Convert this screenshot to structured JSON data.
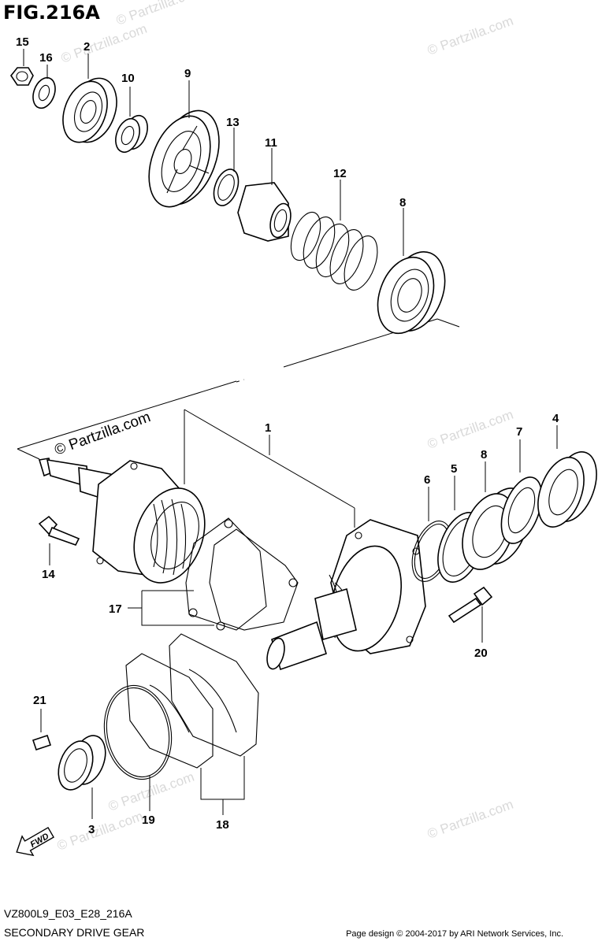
{
  "figure": {
    "title": "FIG.216A"
  },
  "callouts": [
    {
      "label": "1"
    },
    {
      "label": "2"
    },
    {
      "label": "3"
    },
    {
      "label": "4"
    },
    {
      "label": "5"
    },
    {
      "label": "6"
    },
    {
      "label": "7"
    },
    {
      "label": "8"
    },
    {
      "label": "8"
    },
    {
      "label": "9"
    },
    {
      "label": "10"
    },
    {
      "label": "11"
    },
    {
      "label": "12"
    },
    {
      "label": "13"
    },
    {
      "label": "14"
    },
    {
      "label": "15"
    },
    {
      "label": "16"
    },
    {
      "label": "17"
    },
    {
      "label": "18"
    },
    {
      "label": "19"
    },
    {
      "label": "20"
    },
    {
      "label": "21"
    }
  ],
  "watermark": {
    "text": "© Partzilla.com",
    "color": "#d9d9d9"
  },
  "fwd_arrow": {
    "label": "FWD"
  },
  "footer": {
    "diagram_code": "VZ800L9_E03_E28_216A",
    "diagram_name": "SECONDARY DRIVE GEAR",
    "copyright": "Page design © 2004-2017 by ARI Network Services, Inc."
  }
}
